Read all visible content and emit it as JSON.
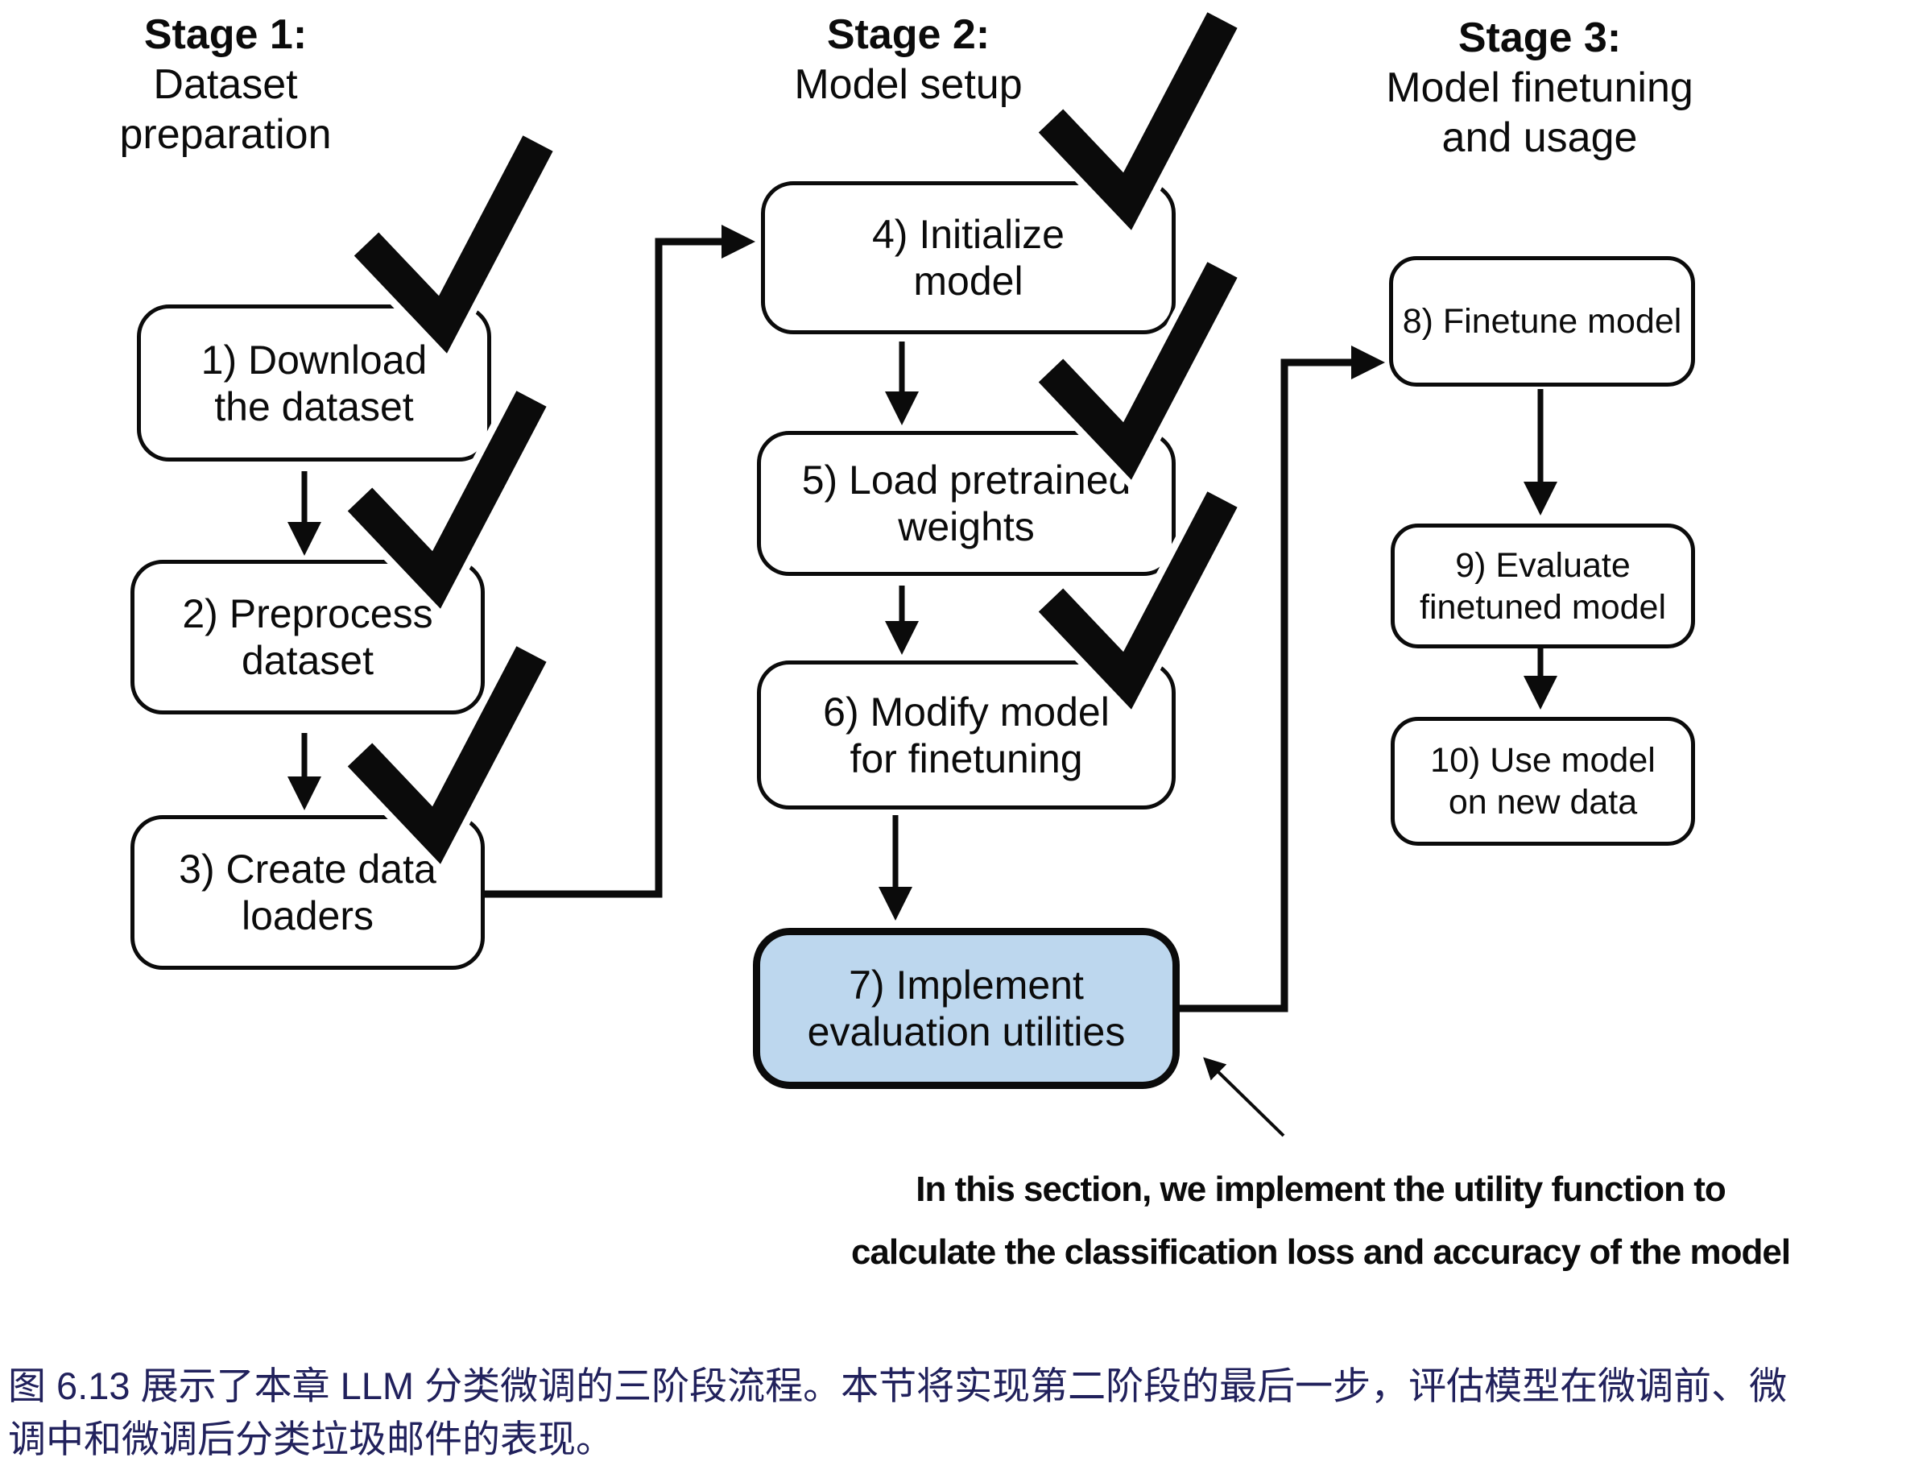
{
  "stages": [
    {
      "heading_bold": "Stage 1:",
      "heading_rest": "Dataset preparation"
    },
    {
      "heading_bold": "Stage 2:",
      "heading_rest": "Model setup"
    },
    {
      "heading_bold": "Stage 3:",
      "heading_rest": "Model finetuning and usage"
    }
  ],
  "boxes": [
    {
      "line1": "1) Download",
      "line2": "the dataset",
      "checked": true,
      "highlighted": false
    },
    {
      "line1": "2) Preprocess",
      "line2": "dataset",
      "checked": true,
      "highlighted": false
    },
    {
      "line1": "3) Create data",
      "line2": "loaders",
      "checked": true,
      "highlighted": false
    },
    {
      "line1": "4) Initialize",
      "line2": "model",
      "checked": true,
      "highlighted": false
    },
    {
      "line1": "5) Load pretrained",
      "line2": "weights",
      "checked": true,
      "highlighted": false
    },
    {
      "line1": "6) Modify model",
      "line2": "for finetuning",
      "checked": true,
      "highlighted": false
    },
    {
      "line1": "7) Implement",
      "line2": "evaluation utilities",
      "checked": false,
      "highlighted": true
    },
    {
      "line1": "8) Finetune model",
      "checked": false,
      "highlighted": false
    },
    {
      "line1": "9) Evaluate",
      "line2": "finetuned model",
      "checked": false,
      "highlighted": false
    },
    {
      "line1": "10) Use model",
      "line2": "on new data",
      "checked": false,
      "highlighted": false
    }
  ],
  "annotation": {
    "line1": "In this section, we implement the utility function to",
    "line2": "calculate the classification loss and accuracy of the model"
  },
  "caption": {
    "line1": "图 6.13 展示了本章 LLM 分类微调的三阶段流程。本节将实现第二阶段的最后一步，评估模型在微调前、微",
    "line2": "调中和微调后分类垃圾邮件的表现。"
  },
  "icons": {
    "checkmark": "✓",
    "arrow_down": "↓",
    "arrow_right": "→",
    "arrow_up_left": "↖"
  },
  "colors": {
    "highlight_fill": "#bdd7ee",
    "caption_text": "#21215c",
    "line_color": "#0b0b0b",
    "background": "#ffffff"
  }
}
